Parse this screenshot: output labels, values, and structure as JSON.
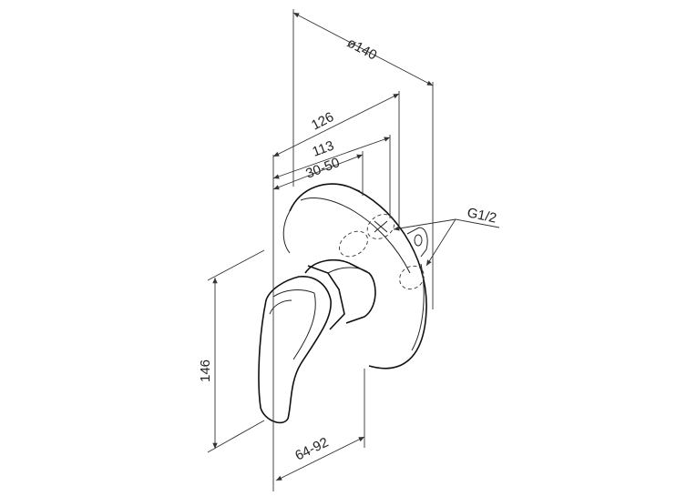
{
  "dimensions": {
    "diameter": "ø140",
    "width_outer": "126",
    "width_inner": "113",
    "range_top": "30-50",
    "height": "146",
    "range_bottom": "64-92",
    "thread": "G1/2"
  }
}
